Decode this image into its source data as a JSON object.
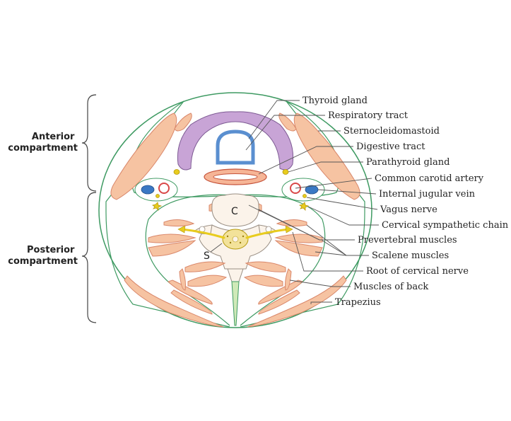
{
  "compartments": {
    "anterior": [
      "Anterior",
      "compartment"
    ],
    "posterior": [
      "Posterior",
      "compartment"
    ]
  },
  "letters": {
    "c": "C",
    "s": "S"
  },
  "labels": [
    "Thyroid gland",
    "Respiratory tract",
    "Sternocleidomastoid",
    "Digestive tract",
    "Parathyroid gland",
    "Common carotid artery",
    "Internal jugular vein",
    "Vagus nerve",
    "Cervical sympathetic chain",
    "Prevertebral muscles",
    "Scalene muscles",
    "Root of cervical nerve",
    "Muscles of back",
    "Trapezius"
  ],
  "colors": {
    "outline": "#3e9a62",
    "muscle": "#f6c3a2",
    "muscle_edge": "#d9876a",
    "thyroid": "#c8a4d6",
    "airway_ring": "#5a8fd0",
    "vein": "#3a78c4",
    "artery_ring": "#d94848",
    "nerve": "#e8cc1e",
    "vertebra": "#fbf3ea",
    "spinal_cord": "#f3e29a"
  }
}
